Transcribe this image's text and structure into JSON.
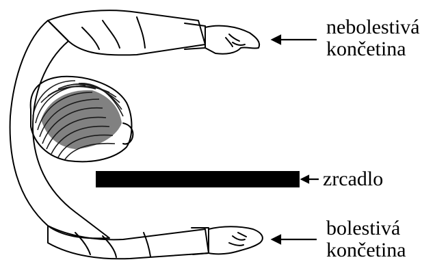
{
  "labels": {
    "healthy_limb": {
      "line1": "nebolestivá",
      "line2": "končetina"
    },
    "mirror": "zrcadlo",
    "painful_limb": {
      "line1": "bolestivá",
      "line2": "končetina"
    }
  },
  "colors": {
    "ink": "#000000",
    "background": "#ffffff",
    "mirror": "#000000",
    "hair": "#1a1a1a"
  }
}
